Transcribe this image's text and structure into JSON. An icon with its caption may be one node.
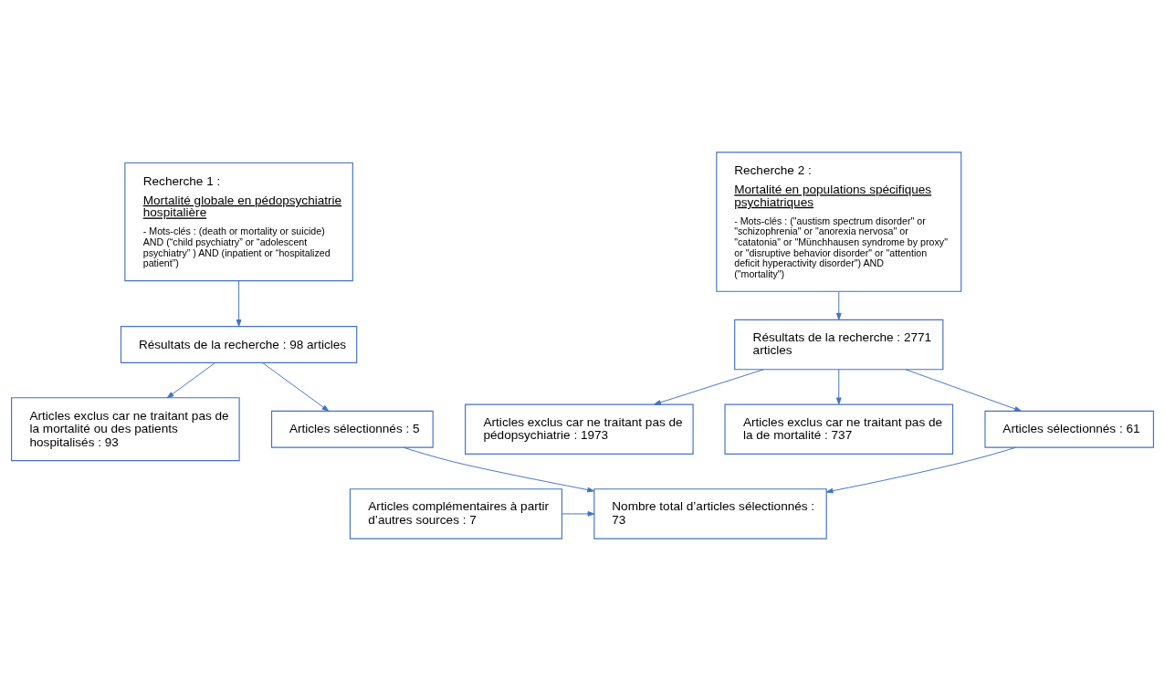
{
  "diagram": {
    "nodes": [
      {
        "text": [
          "Recherche 1 :",
          "Mortalité globale en pédopsychiatrie hospitalière",
          "- Mots-clés : (death or mortality or suicide) AND (“child psychiatry” or “adolescent psychiatry” ) AND (inpatient or “hospitalized patient”)"
        ]
      },
      {
        "text": [
          "Recherche 2 :",
          "Mortalité en populations spécifiques psychiatriques",
          "- Mots-clés : (\"austism spectrum disorder\" or \"schizophrenia\" or \"anorexia nervosa\" or \"catatonia\" or \"Münchhausen syndrome by proxy\" or \"disruptive behavior disorder\" or \"attention deficit hyperactivity disorder\") AND (\"mortality\")"
        ]
      },
      {
        "text": [
          "Résultats de la recherche : 98 articles"
        ]
      },
      {
        "text": [
          "Résultats de la recherche : 2771 articles"
        ]
      },
      {
        "text": [
          "Articles exclus car ne traitant pas de la mortalité ou des patients hospitalisés : 93"
        ]
      },
      {
        "text": [
          "Articles exclus car ne traitant pas de pédopsychiatrie : 1973"
        ]
      },
      {
        "text": [
          "Articles exclus car ne traitant pas de la de mortalité : 737"
        ]
      },
      {
        "text": [
          "Articles sélectionnés : 5"
        ]
      },
      {
        "text": [
          "Articles sélectionnés : 61"
        ]
      },
      {
        "text": [
          "Articles complémentaires à partir d’autres sources : 7"
        ]
      },
      {
        "text": [
          "Nombre total d’articles sélectionnés : 73"
        ]
      }
    ],
    "edges": [
      {
        "from": 0,
        "to": 2,
        "arrow": "to"
      },
      {
        "from": 1,
        "to": 3,
        "arrow": "to"
      },
      {
        "from": 2,
        "to": 4,
        "arrow": "to"
      },
      {
        "from": 2,
        "to": 7,
        "arrow": "to"
      },
      {
        "from": 3,
        "to": 5,
        "arrow": "to"
      },
      {
        "from": 3,
        "to": 6,
        "arrow": "to"
      },
      {
        "from": 3,
        "to": 8,
        "arrow": "to"
      },
      {
        "from": 7,
        "to": 10,
        "arrow": "to"
      },
      {
        "from": 8,
        "to": 10,
        "arrow": "to"
      },
      {
        "from": 9,
        "to": 10,
        "arrow": "to"
      }
    ]
  }
}
